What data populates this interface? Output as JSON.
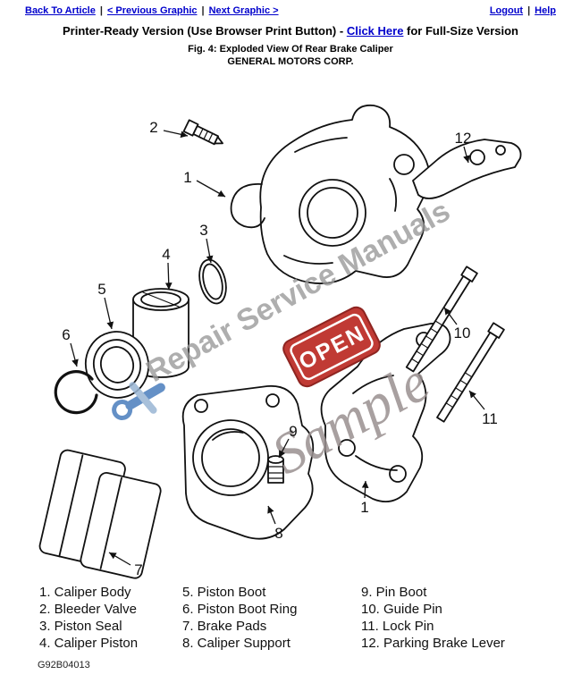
{
  "nav": {
    "back_to_article": "Back To Article",
    "previous_graphic": "< Previous Graphic",
    "next_graphic": "Next Graphic >",
    "logout": "Logout",
    "help": "Help",
    "separator": "|"
  },
  "header": {
    "printer_ready_prefix": "Printer-Ready Version (Use Browser Print Button) - ",
    "full_size_link": "Click Here",
    "printer_ready_suffix": " for Full-Size Version",
    "figure_caption": "Fig. 4: Exploded View Of Rear Brake Caliper",
    "manufacturer": "GENERAL MOTORS CORP."
  },
  "diagram": {
    "watermark_primary": "Repair Service Manuals",
    "watermark_secondary": "Sample",
    "open_sign": "OPEN",
    "callouts": [
      "2",
      "1",
      "12",
      "3",
      "4",
      "5",
      "6",
      "9",
      "10",
      "11",
      "1",
      "8",
      "7"
    ]
  },
  "legend": {
    "columns": [
      {
        "items": [
          "1. Caliper Body",
          "2. Bleeder Valve",
          "3. Piston Seal",
          "4. Caliper Piston"
        ]
      },
      {
        "items": [
          "5. Piston Boot",
          "6. Piston Boot Ring",
          "7. Brake Pads",
          "8. Caliper Support"
        ]
      },
      {
        "items": [
          "9. Pin Boot",
          "10. Guide Pin",
          "11. Lock Pin",
          "12. Parking Brake Lever"
        ]
      }
    ]
  },
  "footer": {
    "code": "G92B04013"
  },
  "colors": {
    "link_blue": "#0000cc",
    "watermark_gray": "#9a9a9a",
    "open_red": "#c03a34"
  }
}
